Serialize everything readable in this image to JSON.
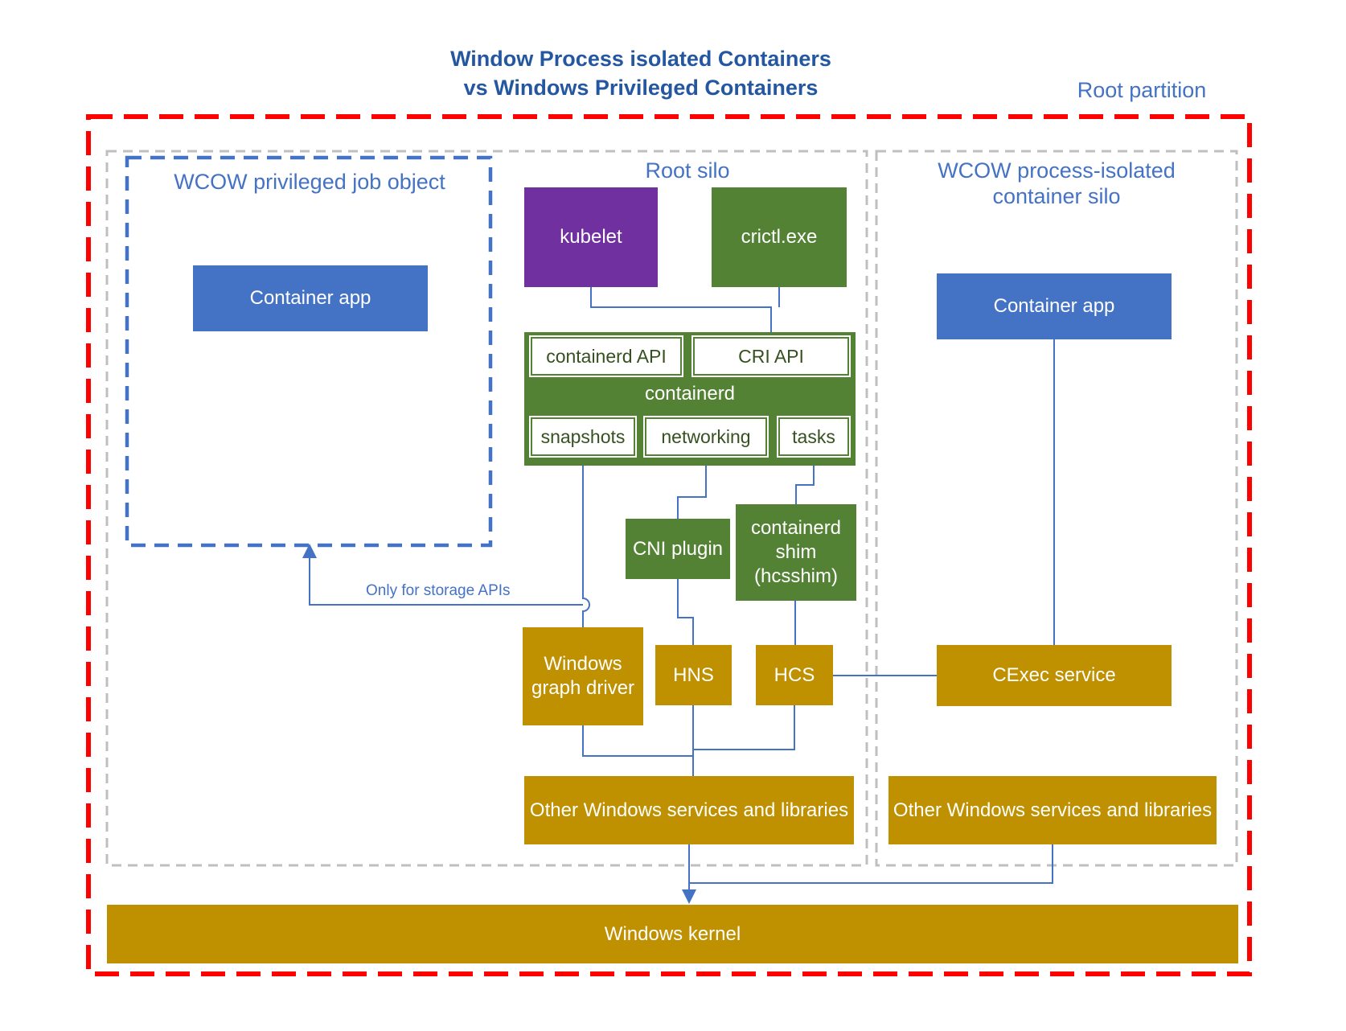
{
  "title": {
    "line1": "Window Process isolated Containers",
    "line2": "vs Windows Privileged Containers"
  },
  "root_partition_label": "Root partition",
  "privileged_job_object": {
    "label": "WCOW privileged job object",
    "container_app": "Container app"
  },
  "root_silo": {
    "label": "Root silo",
    "kubelet": "kubelet",
    "crictl": "crictl.exe",
    "containerd": {
      "api": "containerd API",
      "cri_api": "CRI API",
      "name": "containerd",
      "snapshots": "snapshots",
      "networking": "networking",
      "tasks": "tasks"
    },
    "cni_plugin": "CNI plugin",
    "containerd_shim": "containerd shim (hcsshim)",
    "windows_graph_driver": "Windows graph driver",
    "hns": "HNS",
    "hcs": "HCS",
    "other_windows_services": "Other Windows services and libraries"
  },
  "container_silo": {
    "label": "WCOW process-isolated container silo",
    "container_app": "Container app",
    "cexec_service": "CExec service",
    "other_windows_services": "Other Windows services and libraries"
  },
  "annotations": {
    "only_for_storage": "Only for storage APIs"
  },
  "windows_kernel": "Windows kernel",
  "colors": {
    "title_text": "#2457A0",
    "label_text": "#4472C4",
    "connector": "#4472C4",
    "blue_box": "#4472C4",
    "purple_box": "#7030A0",
    "green_box": "#548235",
    "gold_box": "#BF9000",
    "sub_box_text": "#36511F",
    "red_dashed_border": "#FF0000",
    "gray_dashed_border": "#BFBFBF",
    "blue_dashed_border": "#4472C4",
    "white_text": "#FFFFFF"
  }
}
